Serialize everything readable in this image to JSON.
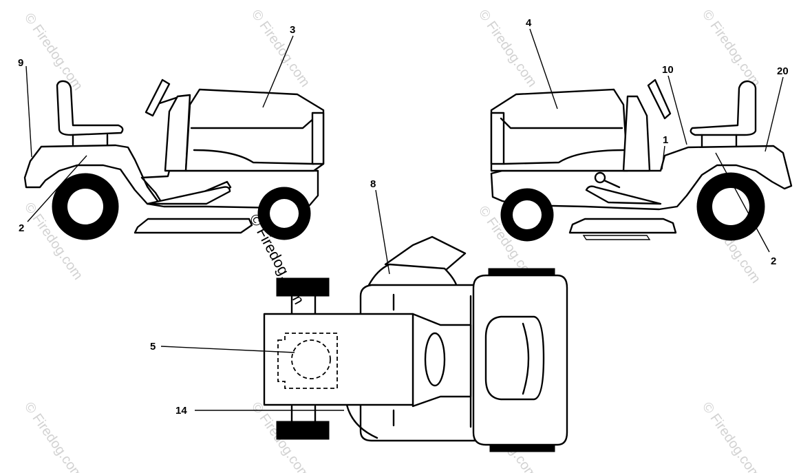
{
  "watermark": {
    "text": "© Firedog.com"
  },
  "callouts": [
    {
      "id": "c9",
      "label": "9"
    },
    {
      "id": "c3",
      "label": "3"
    },
    {
      "id": "c4",
      "label": "4"
    },
    {
      "id": "c10",
      "label": "10"
    },
    {
      "id": "c20",
      "label": "20"
    },
    {
      "id": "c1",
      "label": "1"
    },
    {
      "id": "c2l",
      "label": "2"
    },
    {
      "id": "c2r",
      "label": "2"
    },
    {
      "id": "c8",
      "label": "8"
    },
    {
      "id": "c5",
      "label": "5"
    },
    {
      "id": "c14",
      "label": "14"
    }
  ]
}
